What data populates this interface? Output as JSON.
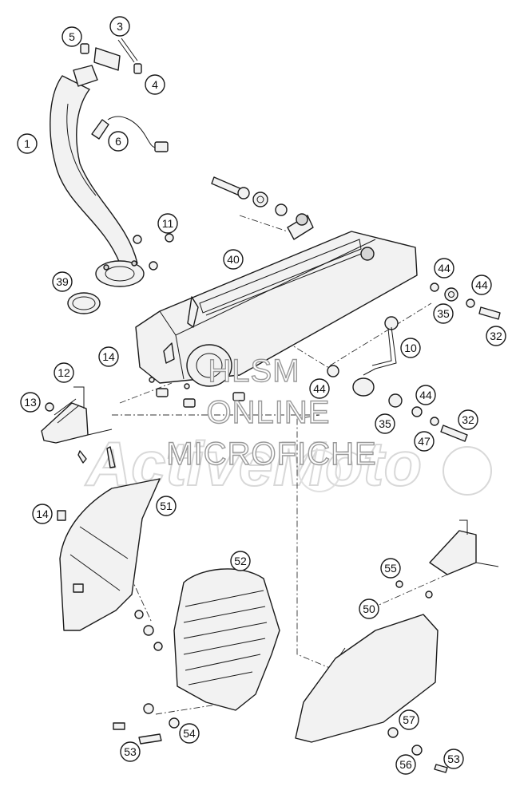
{
  "callouts": [
    {
      "label": "5"
    },
    {
      "label": "3"
    },
    {
      "label": "4"
    },
    {
      "label": "1"
    },
    {
      "label": "6"
    },
    {
      "label": "11"
    },
    {
      "label": "39"
    },
    {
      "label": "40"
    },
    {
      "label": "44"
    },
    {
      "label": "44"
    },
    {
      "label": "35"
    },
    {
      "label": "32"
    },
    {
      "label": "10"
    },
    {
      "label": "14"
    },
    {
      "label": "12"
    },
    {
      "label": "13"
    },
    {
      "label": "44"
    },
    {
      "label": "44"
    },
    {
      "label": "35"
    },
    {
      "label": "32"
    },
    {
      "label": "47"
    },
    {
      "label": "14"
    },
    {
      "label": "51"
    },
    {
      "label": "52"
    },
    {
      "label": "55"
    },
    {
      "label": "50"
    },
    {
      "label": "57"
    },
    {
      "label": "54"
    },
    {
      "label": "53"
    },
    {
      "label": "56"
    },
    {
      "label": "53"
    }
  ],
  "watermark": {
    "line1": "HLSM",
    "line2": "ONLINE",
    "line3": "MICROFICHE"
  }
}
